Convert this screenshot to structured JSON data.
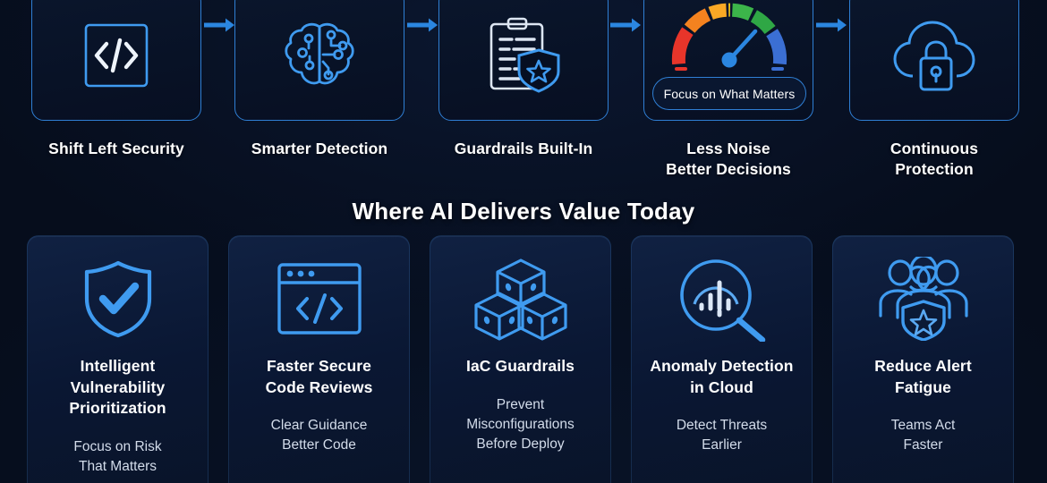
{
  "theme": {
    "background": "#060d1c",
    "accent_blue": "#2f7fd4",
    "icon_blue": "#3f9bf0",
    "text_primary": "#ffffff",
    "text_secondary": "#d3dcea"
  },
  "pipeline": {
    "steps": [
      {
        "icon": "code-brackets-icon",
        "label": "Shift Left Security"
      },
      {
        "icon": "brain-circuit-icon",
        "label": "Smarter Detection"
      },
      {
        "icon": "clipboard-shield-star-icon",
        "label": "Guardrails Built-In"
      },
      {
        "icon": "gauge-meter-icon",
        "label": "Less Noise\nBetter Decisions",
        "pill_label": "Focus on What Matters"
      },
      {
        "icon": "cloud-lock-icon",
        "label": "Continuous Protection"
      }
    ],
    "arrow_icon": "arrow-right-icon",
    "arrow_count": 4
  },
  "section": {
    "title": "Where AI Delivers Value Today"
  },
  "value_cards": [
    {
      "icon": "shield-check-icon",
      "title": "Intelligent\nVulnerability\nPrioritization",
      "subtitle": "Focus on Risk\nThat Matters"
    },
    {
      "icon": "browser-code-icon",
      "title": "Faster Secure\nCode Reviews",
      "subtitle": "Clear Guidance\nBetter Code"
    },
    {
      "icon": "cubes-stack-icon",
      "title": "IaC Guardrails",
      "subtitle": "Prevent\nMisconfigurations\nBefore Deploy"
    },
    {
      "icon": "magnifier-barchart-icon",
      "title": "Anomaly Detection\nin Cloud",
      "subtitle": "Detect Threats\nEarlier"
    },
    {
      "icon": "team-shield-icon",
      "title": "Reduce Alert\nFatigue",
      "subtitle": "Teams Act\nFaster"
    }
  ],
  "gauge": {
    "segment_colors": [
      "#e8352a",
      "#f4821f",
      "#f9a825",
      "#f5c518",
      "#3cb54a",
      "#2fa745",
      "#3b6fd4"
    ],
    "needle_color": "#2b86e0"
  }
}
